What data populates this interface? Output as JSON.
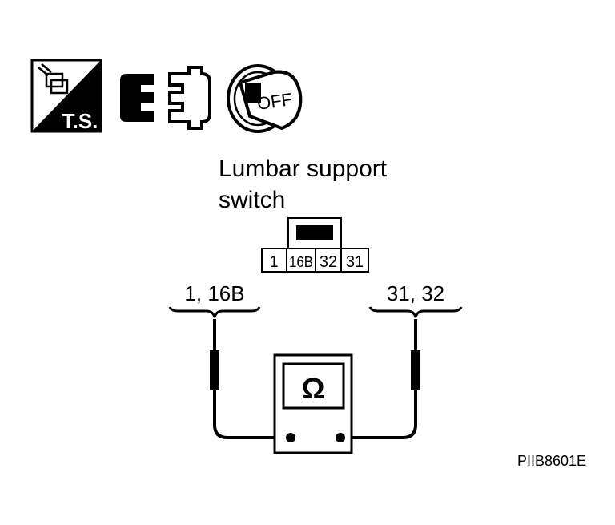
{
  "icons": {
    "ts_label": "T.S.",
    "ignition_key_label": "OFF",
    "names": [
      "ts-icon",
      "connector-icon",
      "ignition-key-icon"
    ]
  },
  "component": {
    "title_line1": "Lumbar support",
    "title_line2": "switch"
  },
  "connector": {
    "pins": [
      "1",
      "16B",
      "32",
      "31"
    ]
  },
  "probes": {
    "left_label": "1, 16B",
    "right_label": "31, 32"
  },
  "meter": {
    "symbol": "Ω",
    "icon": "ohmmeter-icon"
  },
  "figure_id": "PIIB8601E"
}
